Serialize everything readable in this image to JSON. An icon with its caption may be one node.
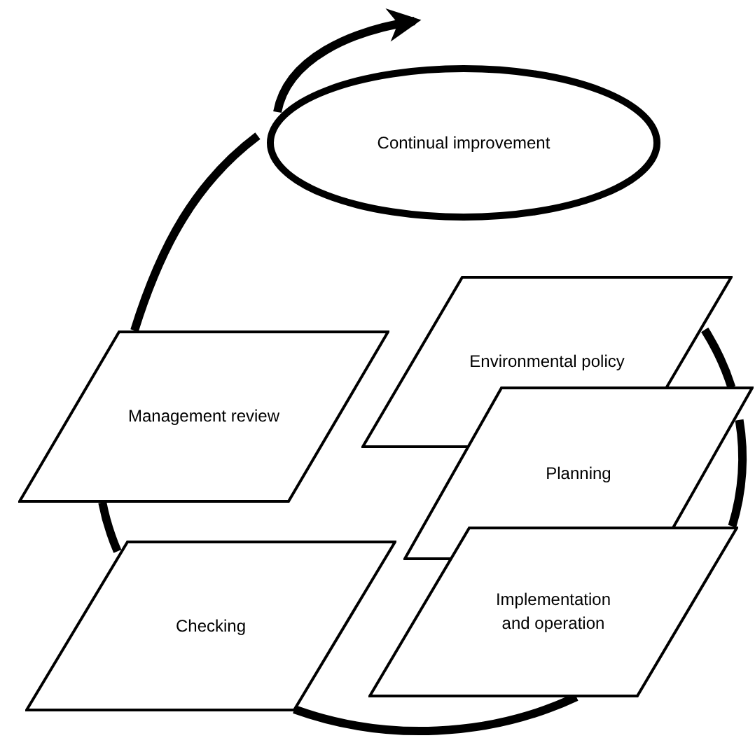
{
  "diagram": {
    "nodes": [
      {
        "text": [
          "Continual improvement"
        ]
      },
      {
        "text": [
          "Environmental policy"
        ]
      },
      {
        "text": [
          "Management review"
        ]
      },
      {
        "text": [
          "Planning"
        ]
      },
      {
        "text": [
          "Checking"
        ]
      },
      {
        "text": [
          "Implementation and operation"
        ]
      }
    ],
    "edges": [
      {
        "from": 1,
        "to": 3,
        "arrow": "none"
      },
      {
        "from": 3,
        "to": 5,
        "arrow": "none"
      },
      {
        "from": 5,
        "to": 4,
        "arrow": "none"
      },
      {
        "from": 4,
        "to": 2,
        "arrow": "none"
      },
      {
        "from": 2,
        "to": 0,
        "arrow": "none"
      },
      {
        "from": 0,
        "to": null,
        "arrow": "to"
      }
    ]
  }
}
